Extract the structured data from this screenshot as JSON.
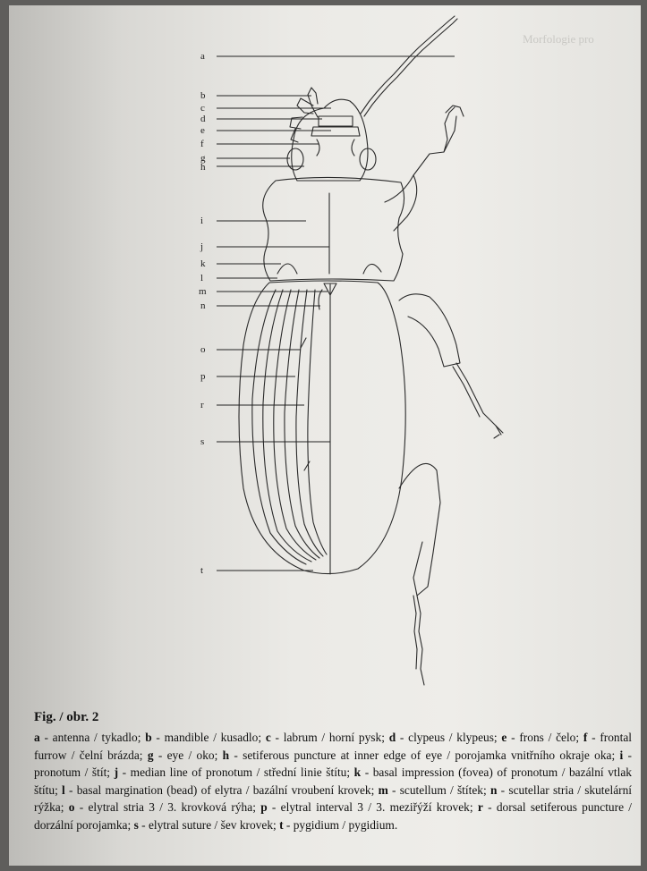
{
  "header_fragment": "Morfologie pro",
  "figure": {
    "labels": [
      "a",
      "b",
      "c",
      "d",
      "e",
      "f",
      "g",
      "h",
      "i",
      "j",
      "k",
      "l",
      "m",
      "n",
      "o",
      "p",
      "r",
      "s",
      "t"
    ]
  },
  "caption": {
    "title": "Fig. / obr. 2",
    "entries": [
      {
        "key": "a",
        "text": "antenna / tykadlo"
      },
      {
        "key": "b",
        "text": "mandible / kusadlo"
      },
      {
        "key": "c",
        "text": "labrum / horní pysk"
      },
      {
        "key": "d",
        "text": "clypeus / klypeus"
      },
      {
        "key": "e",
        "text": "frons / čelo"
      },
      {
        "key": "f",
        "text": "frontal furrow / čelní brázda"
      },
      {
        "key": "g",
        "text": "eye / oko"
      },
      {
        "key": "h",
        "text": "setiferous puncture at inner edge of eye / porojamka vnitřního okraje oka"
      },
      {
        "key": "i",
        "text": "pronotum / štít"
      },
      {
        "key": "j",
        "text": "median line of pronotum / střední linie štítu"
      },
      {
        "key": "k",
        "text": "basal impression (fovea) of pronotum / bazální vtlak štítu"
      },
      {
        "key": "l",
        "text": "basal margination (bead) of elytra / bazální vroubení krovek"
      },
      {
        "key": "m",
        "text": "scutellum / štítek"
      },
      {
        "key": "n",
        "text": "scutellar stria / skutelární rýžka"
      },
      {
        "key": "o",
        "text": "elytral stria 3 / 3. krovková rýha"
      },
      {
        "key": "p",
        "text": "elytral interval 3 / 3. meziřýží krovek"
      },
      {
        "key": "r",
        "text": "dorsal setiferous puncture / dorzální porojamka"
      },
      {
        "key": "s",
        "text": "elytral suture / šev krovek"
      },
      {
        "key": "t",
        "text": "pygidium / pygidium"
      }
    ]
  }
}
